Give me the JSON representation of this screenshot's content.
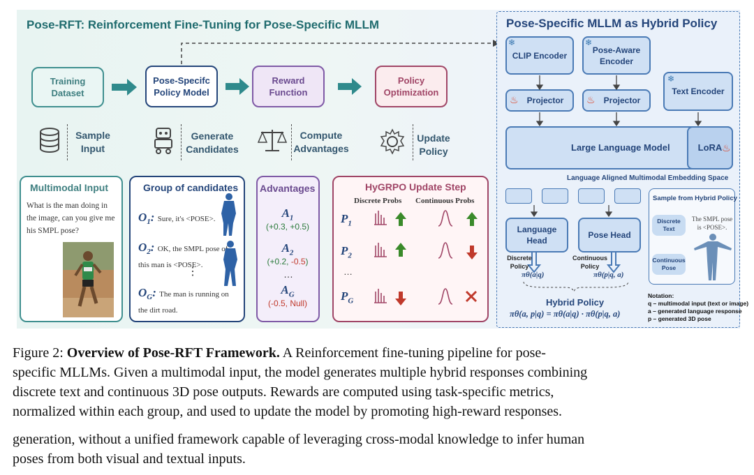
{
  "figure": {
    "title": "Pose-RFT: Reinforcement Fine-Tuning for Pose-Specific MLLM",
    "pipeline": {
      "training_dataset": "Training Dataset",
      "policy_model": "Pose-Specifc Policy Model",
      "reward_function": "Reward Function",
      "policy_optimization": "Policy Optimization"
    },
    "steps": {
      "sample_input": "Sample Input",
      "generate_candidates": "Generate Candidates",
      "compute_advantages": "Compute Advantages",
      "update_policy": "Update Policy"
    },
    "multimodal": {
      "title": "Multimodal Input",
      "question": "What is the man doing in the image, can you give me his SMPL pose?"
    },
    "candidates": {
      "title": "Group of candidates",
      "items": [
        {
          "label": "O",
          "sub": "1",
          "text": "Sure, it's <POSE>."
        },
        {
          "label": "O",
          "sub": "2",
          "text": "OK, the SMPL pose of this man is <POSE>."
        },
        {
          "label": "O",
          "sub": "G",
          "text": "The man is running on the dirt road."
        }
      ],
      "dots": "⋮"
    },
    "advantages": {
      "title": "Advantages",
      "items": [
        {
          "label": "A",
          "sub": "1",
          "v1": "+0.3",
          "v2": "+0.5"
        },
        {
          "label": "A",
          "sub": "2",
          "v1": "+0.2",
          "v2": "-0.5"
        },
        {
          "label": "A",
          "sub": "G",
          "v1": "-0.5",
          "v2": "Null"
        }
      ],
      "dots": "…"
    },
    "hygrpo": {
      "title": "HyGRPO Update Step",
      "col_discrete": "Discrete Probs",
      "col_continuous": "Continuous Probs",
      "rows": [
        {
          "label": "P",
          "sub": "1"
        },
        {
          "label": "P",
          "sub": "2"
        },
        {
          "label": "P",
          "sub": "G"
        }
      ],
      "dots": "…"
    },
    "hybrid": {
      "title": "Pose-Specific MLLM as Hybrid Policy",
      "clip_encoder": "CLIP Encoder",
      "pose_encoder": "Pose-Aware Encoder",
      "projector_1": "Projector",
      "projector_2": "Projector",
      "text_encoder": "Text Encoder",
      "llm": "Large Language Model",
      "lora": "LoRA",
      "embedding_space": "Language Aligned Multimodal Embedding Space",
      "language_head": "Language Head",
      "pose_head": "Pose Head",
      "discrete_policy": "Discrete Policy",
      "continuous_policy": "Continuous Policy",
      "pi_discrete": "πθ(a|q)",
      "pi_continuous": "πθ(p|q, a)",
      "hybrid_policy": "Hybrid Policy",
      "hybrid_formula": "πθ(a, p|q) = πθ(a|q) · πθ(p|q, a)",
      "sample_title": "Sample from Hybrid Policy",
      "discrete_text": "Discrete Text",
      "continuous_pose": "Continuous Pose",
      "sample_text": "The SMPL pose is <POSE>.",
      "notation_title": "Notation:",
      "notation": [
        "q – multimodal input (text or image)",
        "a – generated language response",
        "p – generated 3D pose"
      ]
    }
  },
  "caption": {
    "label": "Figure 2:",
    "bold": "Overview of Pose-RFT Framework.",
    "lines": [
      "A Reinforcement fine-tuning pipeline for pose-",
      "specific MLLMs. Given a multimodal input, the model generates multiple hybrid responses combining",
      "discrete text and continuous 3D pose outputs. Rewards are computed using task-specific metrics,",
      "normalized within each group, and used to update the model by promoting high-reward responses."
    ],
    "body": [
      "generation, without a unified framework capable of leveraging cross-modal knowledge to infer human",
      "poses from both visual and textual inputs."
    ]
  }
}
